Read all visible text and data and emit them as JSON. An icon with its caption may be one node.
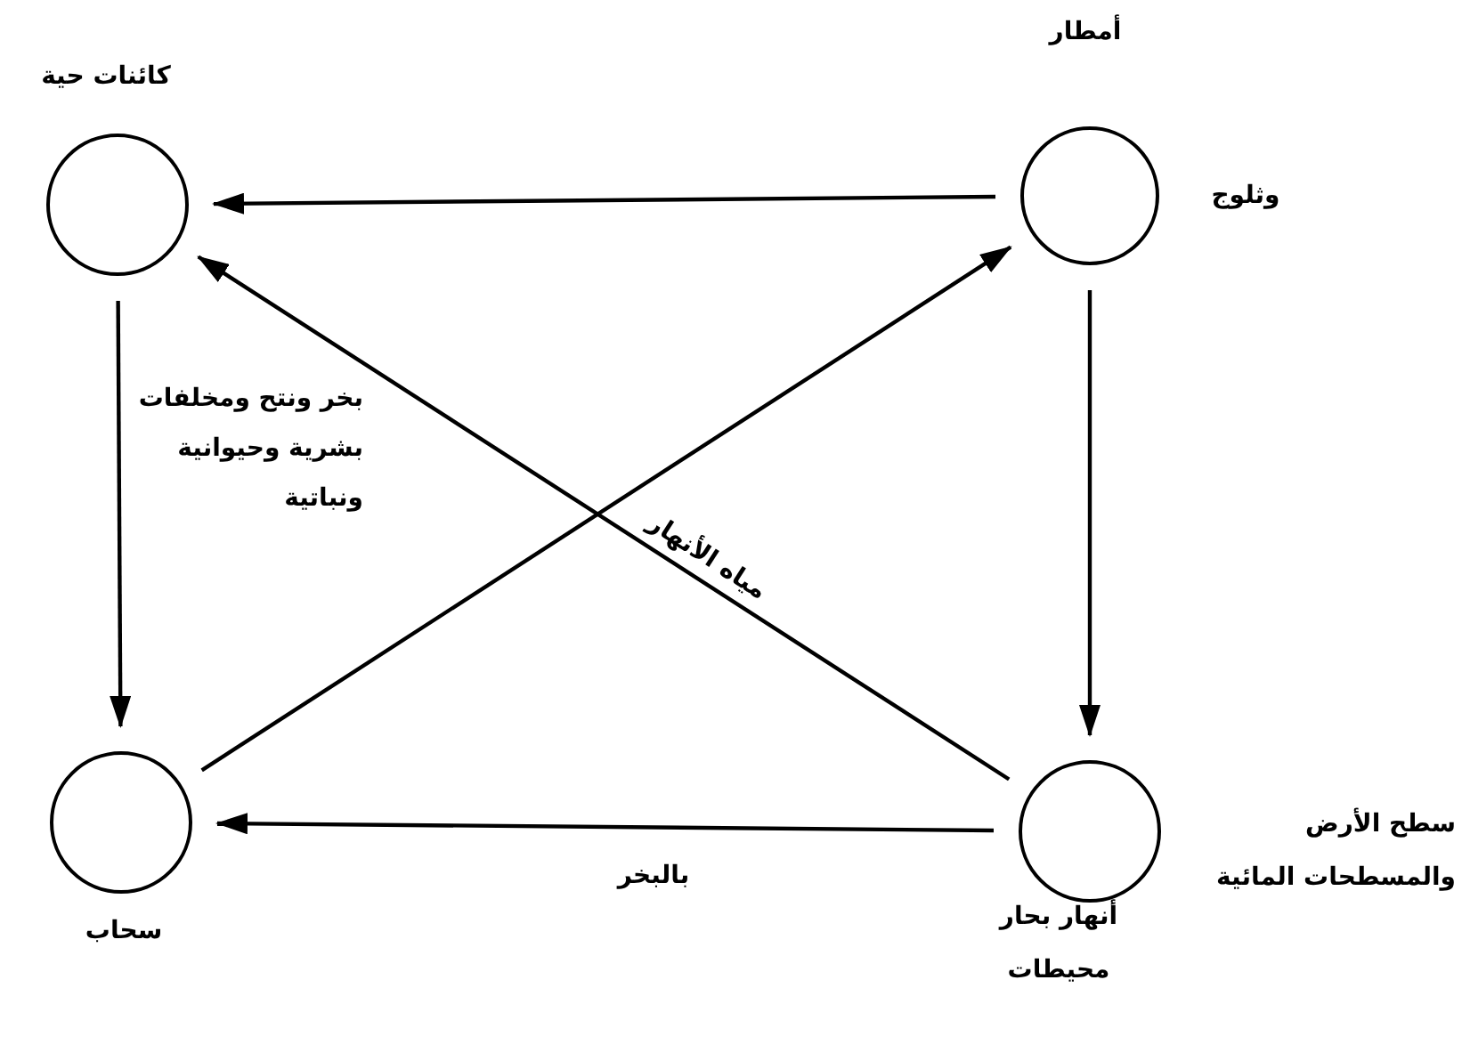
{
  "diagram": {
    "nodes": [
      {
        "text": [
          "كائنات حية"
        ]
      },
      {
        "text": [
          "أمطار",
          "وثلوج"
        ]
      },
      {
        "text": [
          "سحاب"
        ]
      },
      {
        "text": [
          "سطح الأرض والمسطحات المائية",
          "أنهار بحار محيطات"
        ]
      }
    ],
    "edges": [
      {
        "from": 1,
        "to": 0,
        "arrow": "to"
      },
      {
        "from": 1,
        "to": 3,
        "arrow": "to"
      },
      {
        "from": 3,
        "to": 2,
        "arrow": "to",
        "label": "بالبخر"
      },
      {
        "from": 0,
        "to": 2,
        "arrow": "to",
        "label": "بخر ونتح ومخلفات بشرية وحيوانية ونباتية"
      },
      {
        "from": 2,
        "to": 1,
        "arrow": "to"
      },
      {
        "from": 3,
        "to": 0,
        "arrow": "to",
        "label": "مياه الأنهار"
      }
    ]
  }
}
